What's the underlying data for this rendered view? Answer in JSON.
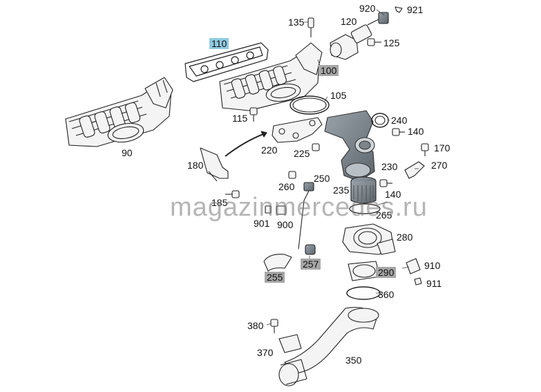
{
  "watermark": "magazinmercedes.ru",
  "callouts": [
    {
      "id": "920",
      "text": "920",
      "style": "plain"
    },
    {
      "id": "921",
      "text": "921",
      "style": "plain"
    },
    {
      "id": "135",
      "text": "135",
      "style": "plain"
    },
    {
      "id": "120",
      "text": "120",
      "style": "plain"
    },
    {
      "id": "110",
      "text": "110",
      "style": "blue"
    },
    {
      "id": "125",
      "text": "125",
      "style": "plain"
    },
    {
      "id": "100",
      "text": "100",
      "style": "gray"
    },
    {
      "id": "105",
      "text": "105",
      "style": "plain"
    },
    {
      "id": "115",
      "text": "115",
      "style": "plain"
    },
    {
      "id": "90",
      "text": "90",
      "style": "plain"
    },
    {
      "id": "240",
      "text": "240",
      "style": "plain"
    },
    {
      "id": "140a",
      "text": "140",
      "style": "plain"
    },
    {
      "id": "220",
      "text": "220",
      "style": "plain"
    },
    {
      "id": "225",
      "text": "225",
      "style": "plain"
    },
    {
      "id": "170",
      "text": "170",
      "style": "plain"
    },
    {
      "id": "180",
      "text": "180",
      "style": "plain"
    },
    {
      "id": "230",
      "text": "230",
      "style": "plain"
    },
    {
      "id": "270",
      "text": "270",
      "style": "plain"
    },
    {
      "id": "250",
      "text": "250",
      "style": "plain"
    },
    {
      "id": "260",
      "text": "260",
      "style": "plain"
    },
    {
      "id": "235",
      "text": "235",
      "style": "plain"
    },
    {
      "id": "140b",
      "text": "140",
      "style": "plain"
    },
    {
      "id": "185",
      "text": "185",
      "style": "plain"
    },
    {
      "id": "265",
      "text": "265",
      "style": "plain"
    },
    {
      "id": "901",
      "text": "901",
      "style": "plain"
    },
    {
      "id": "900",
      "text": "900",
      "style": "plain"
    },
    {
      "id": "280",
      "text": "280",
      "style": "plain"
    },
    {
      "id": "257",
      "text": "257",
      "style": "gray"
    },
    {
      "id": "910",
      "text": "910",
      "style": "plain"
    },
    {
      "id": "255",
      "text": "255",
      "style": "gray"
    },
    {
      "id": "290",
      "text": "290",
      "style": "gray"
    },
    {
      "id": "911",
      "text": "911",
      "style": "plain"
    },
    {
      "id": "360",
      "text": "360",
      "style": "plain"
    },
    {
      "id": "380",
      "text": "380",
      "style": "plain"
    },
    {
      "id": "370",
      "text": "370",
      "style": "plain"
    },
    {
      "id": "350",
      "text": "350",
      "style": "plain"
    }
  ],
  "colors": {
    "highlight_blue": "#8fcbe0",
    "highlight_gray": "#a6a6a6",
    "line": "#222222",
    "part_fill": "#f2f2f2"
  }
}
